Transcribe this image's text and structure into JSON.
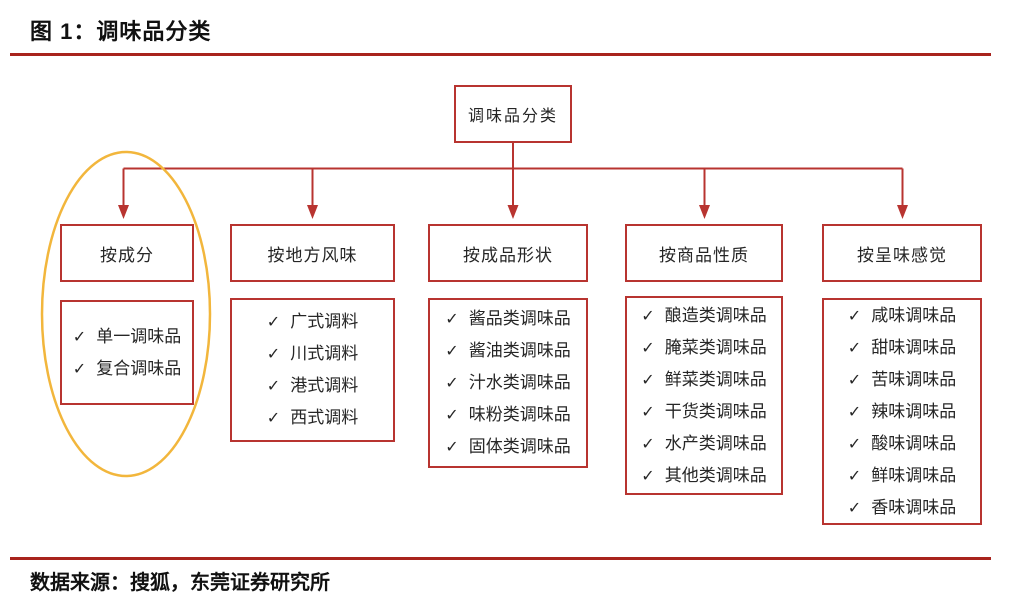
{
  "figure": {
    "title": "图 1：调味品分类",
    "source": "数据来源：搜狐，东莞证券研究所"
  },
  "tree": {
    "root": "调味品分类",
    "checkmark": "✓",
    "columns": [
      {
        "header": "按成分",
        "items": [
          "单一调味品",
          "复合调味品"
        ]
      },
      {
        "header": "按地方风味",
        "items": [
          "广式调料",
          "川式调料",
          "港式调料",
          "西式调料"
        ]
      },
      {
        "header": "按成品形状",
        "items": [
          "酱品类调味品",
          "酱油类调味品",
          "汁水类调味品",
          "味粉类调味品",
          "固体类调味品"
        ]
      },
      {
        "header": "按商品性质",
        "items": [
          "酿造类调味品",
          "腌菜类调味品",
          "鲜菜类调味品",
          "干货类调味品",
          "水产类调味品",
          "其他类调味品"
        ]
      },
      {
        "header": "按呈味感觉",
        "items": [
          "咸味调味品",
          "甜味调味品",
          "苦味调味品",
          "辣味调味品",
          "酸味调味品",
          "鲜味调味品",
          "香味调味品"
        ]
      }
    ]
  },
  "annotations": {
    "ellipse_highlight_target": "按成分"
  },
  "colors": {
    "box_border": "#B83430",
    "connector": "#B83430",
    "rule": "#A8231D",
    "highlight_ellipse": "#F2B63C",
    "text": "#262626"
  }
}
